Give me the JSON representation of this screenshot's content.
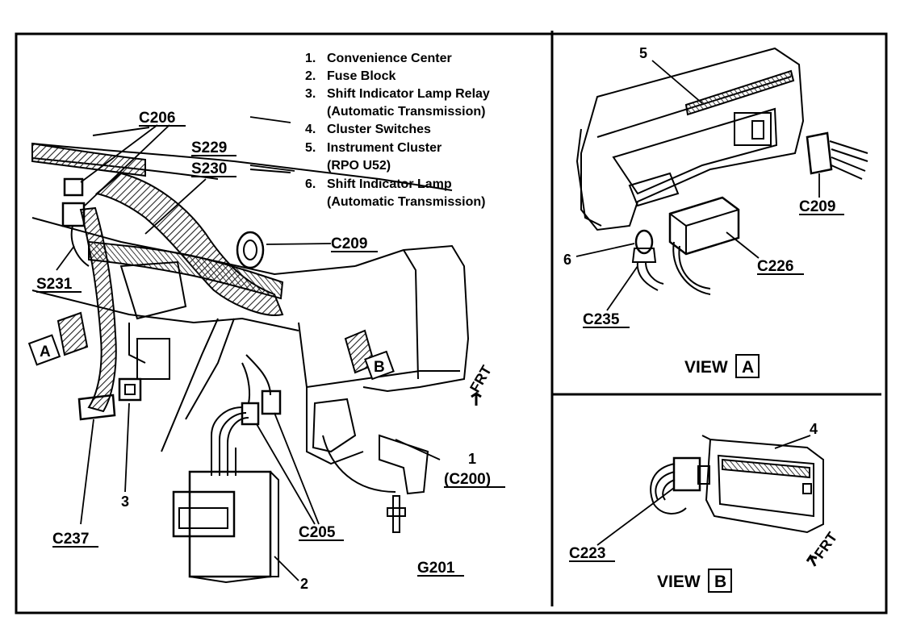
{
  "legend": [
    {
      "num": "1.",
      "lines": [
        "Convenience Center"
      ]
    },
    {
      "num": "2.",
      "lines": [
        "Fuse Block"
      ]
    },
    {
      "num": "3.",
      "lines": [
        "Shift Indicator Lamp Relay",
        "(Automatic Transmission)"
      ]
    },
    {
      "num": "4.",
      "lines": [
        "Cluster Switches"
      ]
    },
    {
      "num": "5.",
      "lines": [
        "Instrument Cluster",
        "(RPO U52)"
      ]
    },
    {
      "num": "6.",
      "lines": [
        "Shift Indicator Lamp",
        "(Automatic Transmission)"
      ]
    }
  ],
  "main_labels": {
    "c206": "C206",
    "s229": "S229",
    "s230": "S230",
    "s231": "S231",
    "c209": "C209",
    "c237": "C237",
    "c205": "C205",
    "g201": "G201",
    "c200_num": "1",
    "c200": "(C200)",
    "n2": "2",
    "n3": "3",
    "arrow_a": "A",
    "arrow_b": "B",
    "frt": "FRT"
  },
  "view_a": {
    "title": "VIEW",
    "box": "A",
    "labels": {
      "n5": "5",
      "n6": "6",
      "c209": "C209",
      "c226": "C226",
      "c235": "C235"
    }
  },
  "view_b": {
    "title": "VIEW",
    "box": "B",
    "labels": {
      "n4": "4",
      "c223": "C223",
      "frt": "FRT"
    }
  },
  "colors": {
    "ink": "#000000",
    "paper": "#ffffff",
    "hatch": "#333333"
  }
}
